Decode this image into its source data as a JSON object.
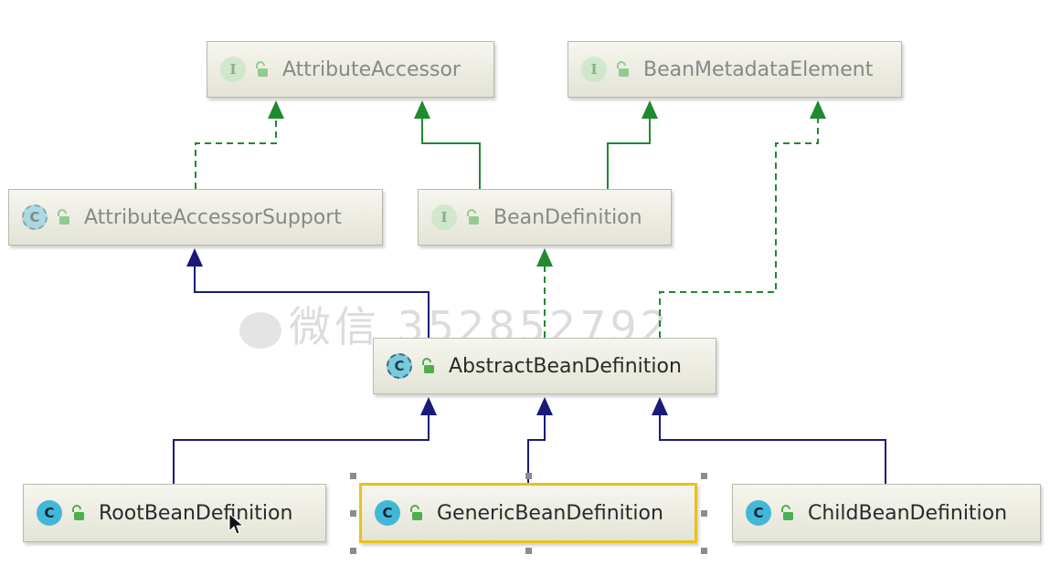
{
  "diagram": {
    "nodes": {
      "attribute_accessor": {
        "kind": "I",
        "name": "AttributeAccessor"
      },
      "bean_metadata_element": {
        "kind": "I",
        "name": "BeanMetadataElement"
      },
      "attribute_accessor_support": {
        "kind": "C",
        "name": "AttributeAccessorSupport"
      },
      "bean_definition": {
        "kind": "I",
        "name": "BeanDefinition"
      },
      "abstract_bean_definition": {
        "kind": "C",
        "name": "AbstractBeanDefinition"
      },
      "root_bean_definition": {
        "kind": "C",
        "name": "RootBeanDefinition"
      },
      "generic_bean_definition": {
        "kind": "C",
        "name": "GenericBeanDefinition"
      },
      "child_bean_definition": {
        "kind": "C",
        "name": "ChildBeanDefinition"
      }
    }
  },
  "watermark": {
    "text": "微信 352852792"
  },
  "colors": {
    "extends_arrow": "#1a1a7a",
    "implements_arrow": "#1f8a2e",
    "selection_border": "#e8c21a"
  }
}
